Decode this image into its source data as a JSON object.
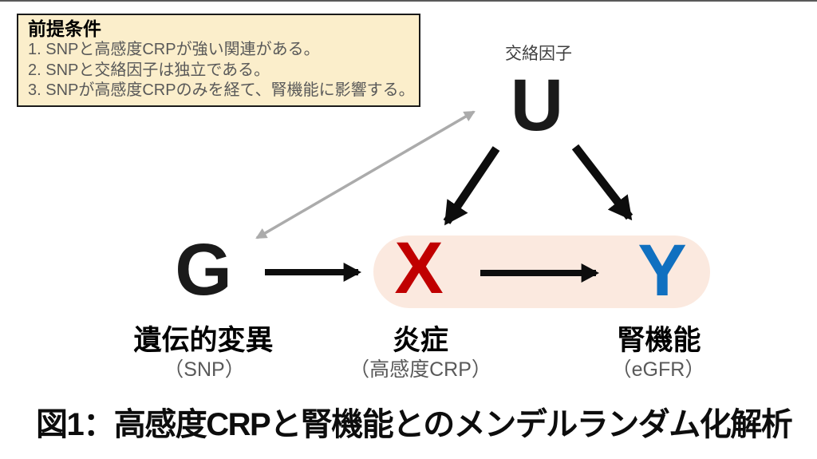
{
  "assumptions_box": {
    "title": "前提条件",
    "items": [
      "1. SNPと高感度CRPが強い関連がある。",
      "2. SNPと交絡因子は独立である。",
      "3. SNPが高感度CRPのみを経て、腎機能に影響する。"
    ]
  },
  "nodes": {
    "confounder": {
      "letter": "U",
      "label": "交絡因子"
    },
    "instrument": {
      "letter": "G",
      "label": "遺伝的変異",
      "sublabel": "（SNP）"
    },
    "exposure": {
      "letter": "X",
      "label": "炎症",
      "sublabel": "（高感度CRP）"
    },
    "outcome": {
      "letter": "Y",
      "label": "腎機能",
      "sublabel": "（eGFR）"
    }
  },
  "edges": [
    {
      "from": "G",
      "to": "X",
      "type": "causal-arrow"
    },
    {
      "from": "X",
      "to": "Y",
      "type": "causal-arrow"
    },
    {
      "from": "U",
      "to": "X",
      "type": "causal-arrow"
    },
    {
      "from": "U",
      "to": "Y",
      "type": "causal-arrow"
    },
    {
      "from": "G",
      "to": "U",
      "type": "gray-double-arrow"
    }
  ],
  "figure": {
    "caption": "図1：高感度CRPと腎機能とのメンデルランダム化解析"
  },
  "colors": {
    "node_g": "#1a1a1a",
    "node_u": "#1a1a1a",
    "node_x": "#C00000",
    "node_y": "#1070C0",
    "pill_bg": "#FBE9DF",
    "box_bg": "#FBEECB",
    "box_border": "#1a1a1a",
    "muted_text": "#595959",
    "confounder_label": "#404040",
    "arrow_black": "#0d0d0d",
    "arrow_gray": "#ABABAB"
  }
}
